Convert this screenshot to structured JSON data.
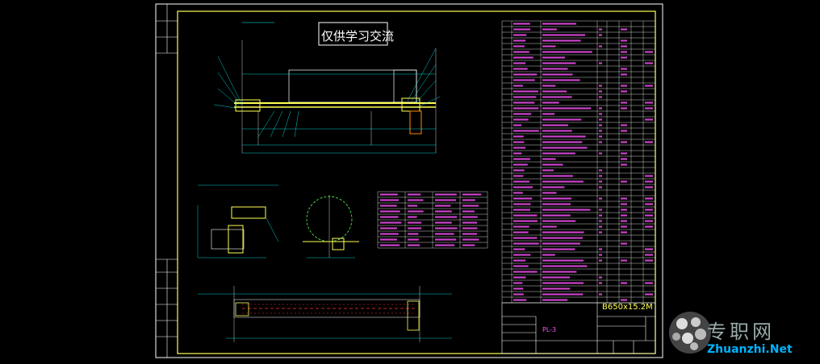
{
  "drawing": {
    "watermark_text": "仅供学习交流",
    "drawing_code": "B650x15.2M",
    "title_block_name": "PL-3"
  },
  "logo": {
    "cn": "专职网",
    "en": "Zhuanzhi.Net"
  },
  "colors": {
    "background": "#000000",
    "frame": "#ffffff",
    "border": "#ffff55",
    "geometry": "#ffffff",
    "dimension": "#00ffff",
    "bom_text": "#ff55ff",
    "table_text": "#ff55ff",
    "accent_green": "#55ff55",
    "accent_red": "#ff3333",
    "logo_text": "#99aaaa",
    "logo_url": "#00b4ff"
  }
}
